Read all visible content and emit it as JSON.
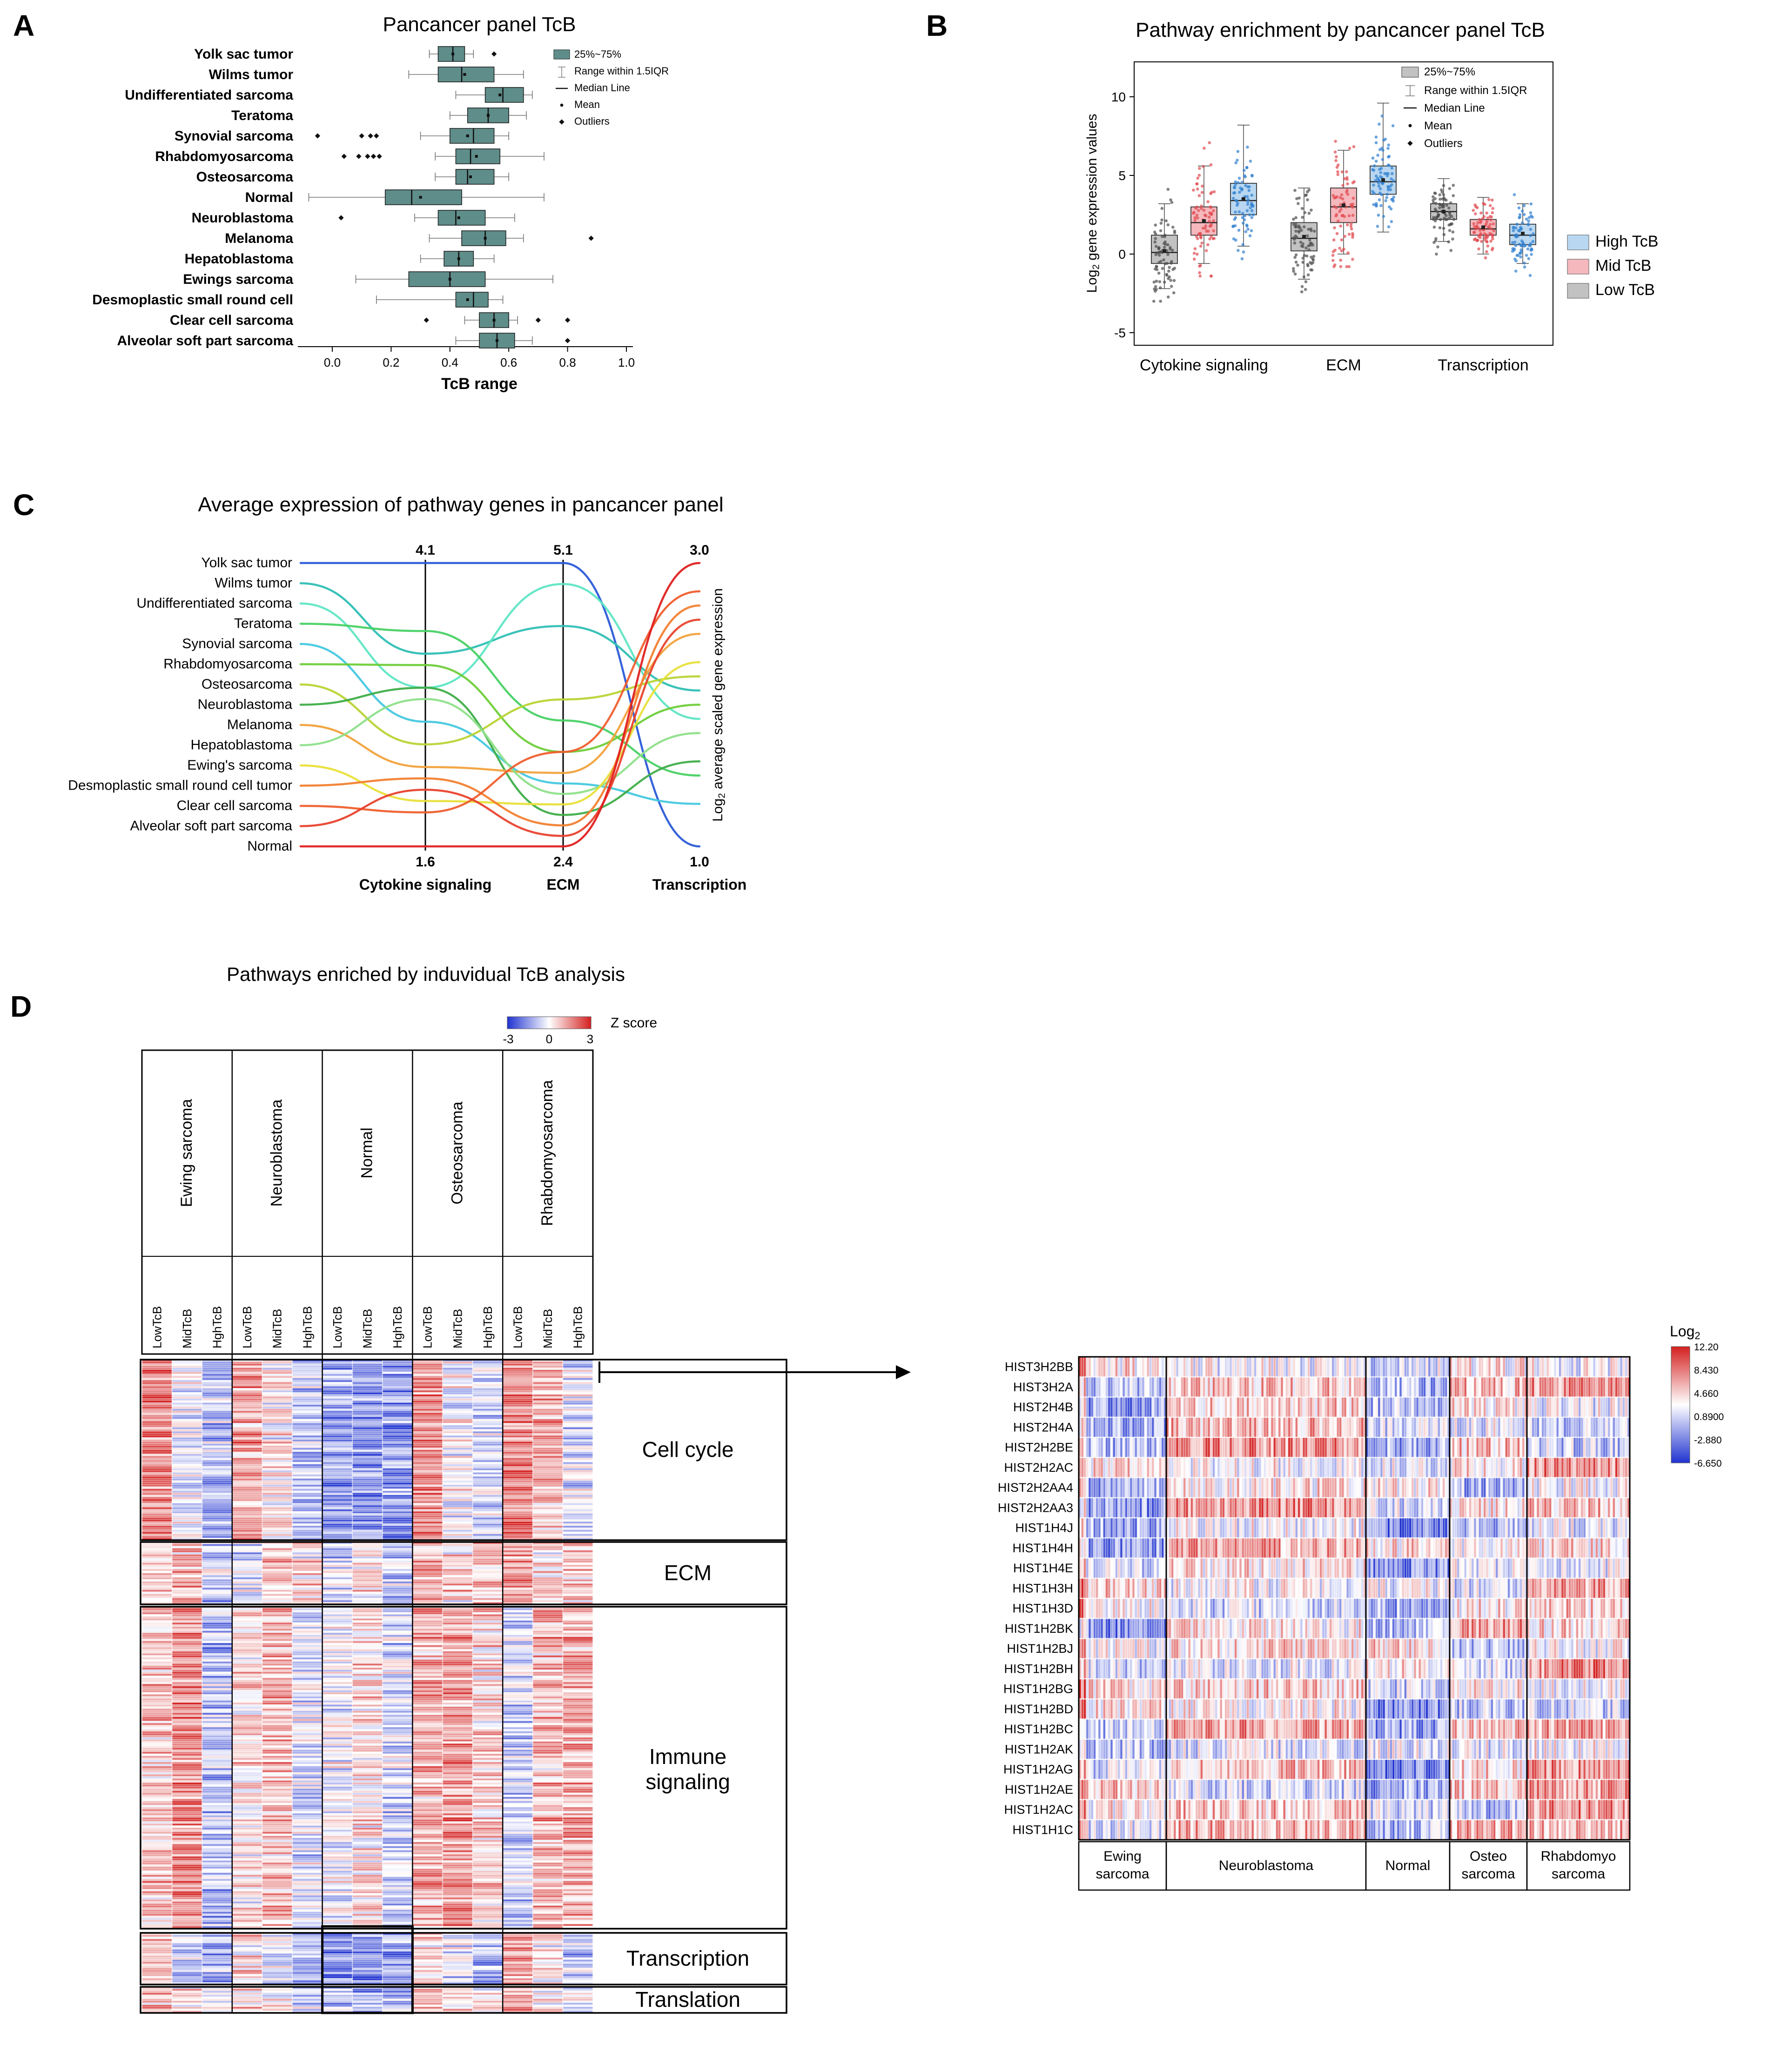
{
  "panel_labels": {
    "A": "A",
    "B": "B",
    "C": "C",
    "D": "D"
  },
  "chart_data": [
    {
      "id": "A",
      "type": "boxplot",
      "orientation": "horizontal",
      "title": "Pancancer panel TcB",
      "xlabel": "TcB range",
      "xlim": [
        -0.12,
        1.0
      ],
      "xticks": [
        0.0,
        0.2,
        0.4,
        0.6,
        0.8,
        1.0
      ],
      "box_color": "#5e8d8a",
      "legend": [
        "25%~75%",
        "Range within 1.5IQR",
        "Median Line",
        "Mean",
        "Outliers"
      ],
      "categories": [
        "Yolk sac tumor",
        "Wilms tumor",
        "Undifferentiated sarcoma",
        "Teratoma",
        "Synovial sarcoma",
        "Rhabdomyosarcoma",
        "Osteosarcoma",
        "Normal",
        "Neuroblastoma",
        "Melanoma",
        "Hepatoblastoma",
        "Ewings sarcoma",
        "Desmoplastic small round cell",
        "Clear cell sarcoma",
        "Alveolar soft part sarcoma"
      ],
      "boxes": [
        {
          "lo": 0.33,
          "q1": 0.36,
          "med": 0.41,
          "q3": 0.45,
          "hi": 0.48,
          "mean": 0.41,
          "outliers": [
            0.55
          ]
        },
        {
          "lo": 0.26,
          "q1": 0.36,
          "med": 0.44,
          "q3": 0.55,
          "hi": 0.65,
          "mean": 0.45,
          "outliers": []
        },
        {
          "lo": 0.42,
          "q1": 0.52,
          "med": 0.58,
          "q3": 0.65,
          "hi": 0.68,
          "mean": 0.57,
          "outliers": []
        },
        {
          "lo": 0.4,
          "q1": 0.46,
          "med": 0.53,
          "q3": 0.6,
          "hi": 0.66,
          "mean": 0.53,
          "outliers": []
        },
        {
          "lo": 0.3,
          "q1": 0.4,
          "med": 0.48,
          "q3": 0.55,
          "hi": 0.6,
          "mean": 0.46,
          "outliers": [
            -0.05,
            0.1,
            0.13,
            0.15
          ]
        },
        {
          "lo": 0.35,
          "q1": 0.42,
          "med": 0.47,
          "q3": 0.57,
          "hi": 0.72,
          "mean": 0.49,
          "outliers": [
            0.04,
            0.09,
            0.12,
            0.14,
            0.16
          ]
        },
        {
          "lo": 0.35,
          "q1": 0.42,
          "med": 0.46,
          "q3": 0.55,
          "hi": 0.6,
          "mean": 0.47,
          "outliers": []
        },
        {
          "lo": -0.08,
          "q1": 0.18,
          "med": 0.27,
          "q3": 0.44,
          "hi": 0.72,
          "mean": 0.3,
          "outliers": []
        },
        {
          "lo": 0.28,
          "q1": 0.36,
          "med": 0.42,
          "q3": 0.52,
          "hi": 0.62,
          "mean": 0.43,
          "outliers": [
            0.03
          ]
        },
        {
          "lo": 0.33,
          "q1": 0.44,
          "med": 0.52,
          "q3": 0.59,
          "hi": 0.65,
          "mean": 0.52,
          "outliers": [
            0.88
          ]
        },
        {
          "lo": 0.3,
          "q1": 0.38,
          "med": 0.43,
          "q3": 0.48,
          "hi": 0.55,
          "mean": 0.43,
          "outliers": []
        },
        {
          "lo": 0.08,
          "q1": 0.26,
          "med": 0.4,
          "q3": 0.52,
          "hi": 0.75,
          "mean": 0.4,
          "outliers": []
        },
        {
          "lo": 0.15,
          "q1": 0.42,
          "med": 0.48,
          "q3": 0.53,
          "hi": 0.58,
          "mean": 0.46,
          "outliers": []
        },
        {
          "lo": 0.45,
          "q1": 0.5,
          "med": 0.55,
          "q3": 0.6,
          "hi": 0.63,
          "mean": 0.55,
          "outliers": [
            0.32,
            0.7,
            0.8
          ]
        },
        {
          "lo": 0.42,
          "q1": 0.5,
          "med": 0.56,
          "q3": 0.62,
          "hi": 0.68,
          "mean": 0.56,
          "outliers": [
            0.8
          ]
        }
      ]
    },
    {
      "id": "B",
      "type": "boxplot-grouped-scatter",
      "title": "Pathway enrichment by pancancer panel TcB",
      "ylabel": "Log2 gene expression values",
      "ylim": [
        -5,
        11
      ],
      "yticks": [
        -5,
        0,
        5,
        10
      ],
      "categories": [
        "Cytokine signaling",
        "ECM",
        "Transcription"
      ],
      "legend": [
        "25%~75%",
        "Range within 1.5IQR",
        "Median Line",
        "Mean",
        "Outliers"
      ],
      "series": [
        {
          "name": "Low TcB",
          "box_color": "#c2c2c2",
          "point_color": "#4d4d4d",
          "boxes": [
            {
              "lo": -2.2,
              "q1": -0.6,
              "med": 0.1,
              "q3": 1.2,
              "hi": 3.2,
              "mean": 0.2
            },
            {
              "lo": -1.6,
              "q1": 0.2,
              "med": 1.0,
              "q3": 2.0,
              "hi": 4.2,
              "mean": 1.1
            },
            {
              "lo": 0.8,
              "q1": 2.2,
              "med": 2.7,
              "q3": 3.2,
              "hi": 4.8,
              "mean": 2.7
            }
          ]
        },
        {
          "name": "Mid TcB",
          "box_color": "#f5b8bd",
          "point_color": "#e04a50",
          "boxes": [
            {
              "lo": -0.6,
              "q1": 1.2,
              "med": 2.0,
              "q3": 3.0,
              "hi": 5.6,
              "mean": 2.1
            },
            {
              "lo": 0.0,
              "q1": 2.0,
              "med": 3.0,
              "q3": 4.2,
              "hi": 6.6,
              "mean": 3.1
            },
            {
              "lo": 0.0,
              "q1": 1.2,
              "med": 1.6,
              "q3": 2.2,
              "hi": 3.6,
              "mean": 1.7
            }
          ]
        },
        {
          "name": "High TcB",
          "box_color": "#b9d7f0",
          "point_color": "#2f7fd0",
          "boxes": [
            {
              "lo": 0.5,
              "q1": 2.5,
              "med": 3.4,
              "q3": 4.5,
              "hi": 8.2,
              "mean": 3.5
            },
            {
              "lo": 1.4,
              "q1": 3.8,
              "med": 4.6,
              "q3": 5.6,
              "hi": 9.6,
              "mean": 4.7
            },
            {
              "lo": -0.6,
              "q1": 0.6,
              "med": 1.2,
              "q3": 1.9,
              "hi": 3.2,
              "mean": 1.3
            }
          ]
        }
      ],
      "series_legend": [
        {
          "label": "High TcB",
          "color": "#b9d7f0"
        },
        {
          "label": "Mid TcB",
          "color": "#f5b8bd"
        },
        {
          "label": "Low TcB",
          "color": "#c2c2c2"
        }
      ]
    },
    {
      "id": "C",
      "type": "parallel-coordinates",
      "title": "Average expression of pathway genes in pancancer panel",
      "ylabel_right": "Log2 average scaled gene expression",
      "axes": [
        {
          "label": "Cytokine signaling",
          "max": 4.1,
          "min": 1.6
        },
        {
          "label": "ECM",
          "max": 5.1,
          "min": 2.4
        },
        {
          "label": "Transcription",
          "max": 3.0,
          "min": 1.0
        }
      ],
      "series": [
        {
          "name": "Yolk sac tumor",
          "color": "#2b5bd7",
          "values": [
            4.1,
            5.1,
            1.0
          ]
        },
        {
          "name": "Wilms tumor",
          "color": "#2fbfb4",
          "values": [
            3.3,
            4.5,
            2.1
          ]
        },
        {
          "name": "Undifferentiated sarcoma",
          "color": "#5fe6c4",
          "values": [
            3.0,
            4.9,
            1.9
          ]
        },
        {
          "name": "Teratoma",
          "color": "#49d165",
          "values": [
            3.5,
            3.6,
            1.5
          ]
        },
        {
          "name": "Synovial sarcoma",
          "color": "#45c8e0",
          "values": [
            2.7,
            3.0,
            1.3
          ]
        },
        {
          "name": "Rhabdomyosarcoma",
          "color": "#6fce3a",
          "values": [
            3.2,
            3.3,
            2.0
          ]
        },
        {
          "name": "Osteosarcoma",
          "color": "#b8d435",
          "values": [
            2.5,
            3.8,
            2.2
          ]
        },
        {
          "name": "Neuroblastoma",
          "color": "#3fae49",
          "values": [
            3.0,
            2.7,
            1.6
          ]
        },
        {
          "name": "Melanoma",
          "color": "#f2a23c",
          "values": [
            2.3,
            3.1,
            2.5
          ]
        },
        {
          "name": "Hepatoblastoma",
          "color": "#8ee08a",
          "values": [
            2.9,
            2.9,
            1.8
          ]
        },
        {
          "name": "Ewing's sarcoma",
          "color": "#e8e03a",
          "values": [
            2.0,
            2.8,
            2.3
          ]
        },
        {
          "name": "Desmoplastic small round cell tumor",
          "color": "#f28030",
          "values": [
            2.2,
            2.6,
            2.7
          ]
        },
        {
          "name": "Clear cell sarcoma",
          "color": "#ef5f2e",
          "values": [
            1.9,
            3.3,
            2.8
          ]
        },
        {
          "name": "Alveolar soft part sarcoma",
          "color": "#e8432e",
          "values": [
            2.1,
            2.5,
            2.6
          ]
        },
        {
          "name": "Normal",
          "color": "#e02020",
          "values": [
            1.6,
            2.4,
            3.0
          ]
        }
      ]
    },
    {
      "id": "D",
      "type": "heatmap",
      "title": "Pathways enriched by induvidual TcB analysis",
      "colorbar": {
        "label": "Z score",
        "ticks": [
          "-3",
          "0",
          "3"
        ]
      },
      "column_groups": [
        "Ewing sarcoma",
        "Neuroblastoma",
        "Normal",
        "Osteosarcoma",
        "Rhabdomyosarcoma"
      ],
      "sub_columns": [
        "LowTcB",
        "MidTcB",
        "HghTcB"
      ],
      "row_groups": [
        {
          "label": "Cell cycle",
          "two_line": false
        },
        {
          "label": "ECM",
          "two_line": false
        },
        {
          "label": "Immune signaling",
          "two_line": true
        },
        {
          "label": "Transcription",
          "two_line": false
        },
        {
          "label": "Translation",
          "two_line": false
        }
      ],
      "block_bias": [
        [
          [
            0.9,
            -0.1,
            -0.45
          ],
          [
            0.7,
            0.1,
            -0.5
          ],
          [
            -0.7,
            -0.85,
            -0.8
          ],
          [
            0.8,
            0.0,
            -0.3
          ],
          [
            0.95,
            0.6,
            -0.2
          ]
        ],
        [
          [
            0.2,
            0.55,
            -0.4
          ],
          [
            -0.3,
            0.4,
            0.2
          ],
          [
            -0.4,
            0.1,
            -0.5
          ],
          [
            0.5,
            0.3,
            0.4
          ],
          [
            0.7,
            0.2,
            0.4
          ]
        ],
        [
          [
            0.4,
            0.8,
            -0.5
          ],
          [
            0.2,
            0.5,
            -0.2
          ],
          [
            -0.1,
            0.2,
            -0.3
          ],
          [
            0.6,
            0.7,
            0.3
          ],
          [
            -0.4,
            0.5,
            0.6
          ]
        ],
        [
          [
            0.5,
            -0.4,
            -0.6
          ],
          [
            0.3,
            -0.2,
            -0.5
          ],
          [
            -0.8,
            -0.9,
            -0.7
          ],
          [
            0.4,
            -0.1,
            -0.5
          ],
          [
            0.7,
            0.2,
            -0.4
          ]
        ],
        [
          [
            0.6,
            0.3,
            -0.2
          ],
          [
            0.4,
            0.2,
            -0.3
          ],
          [
            -0.5,
            -0.6,
            -0.4
          ],
          [
            0.5,
            0.2,
            0.0
          ],
          [
            0.6,
            0.3,
            -0.1
          ]
        ]
      ]
    },
    {
      "id": "D-histone",
      "type": "heatmap",
      "colorbar": {
        "label": "Log2",
        "ticks": [
          "12.20",
          "8.430",
          "4.660",
          "0.8900",
          "-2.880",
          "-6.650"
        ]
      },
      "rows": [
        "HIST3H2BB",
        "HIST3H2A",
        "HIST2H4B",
        "HIST2H4A",
        "HIST2H2BE",
        "HIST2H2AC",
        "HIST2H2AA4",
        "HIST2H2AA3",
        "HIST1H4J",
        "HIST1H4H",
        "HIST1H4E",
        "HIST1H3H",
        "HIST1H3D",
        "HIST1H2BK",
        "HIST1H2BJ",
        "HIST1H2BH",
        "HIST1H2BG",
        "HIST1H2BD",
        "HIST1H2BC",
        "HIST1H2AK",
        "HIST1H2AG",
        "HIST1H2AE",
        "HIST1H2AC",
        "HIST1H1C"
      ],
      "column_groups": [
        {
          "label": "Ewing sarcoma",
          "two_line": true
        },
        {
          "label": "Neuroblastoma",
          "two_line": false
        },
        {
          "label": "Normal",
          "two_line": false
        },
        {
          "label": "Osteo sarcoma",
          "two_line": true
        },
        {
          "label": "Rhabdomyo sarcoma",
          "two_line": true
        }
      ],
      "group_bias": [
        -0.25,
        0.15,
        -0.45,
        0.05,
        0.3
      ]
    }
  ]
}
